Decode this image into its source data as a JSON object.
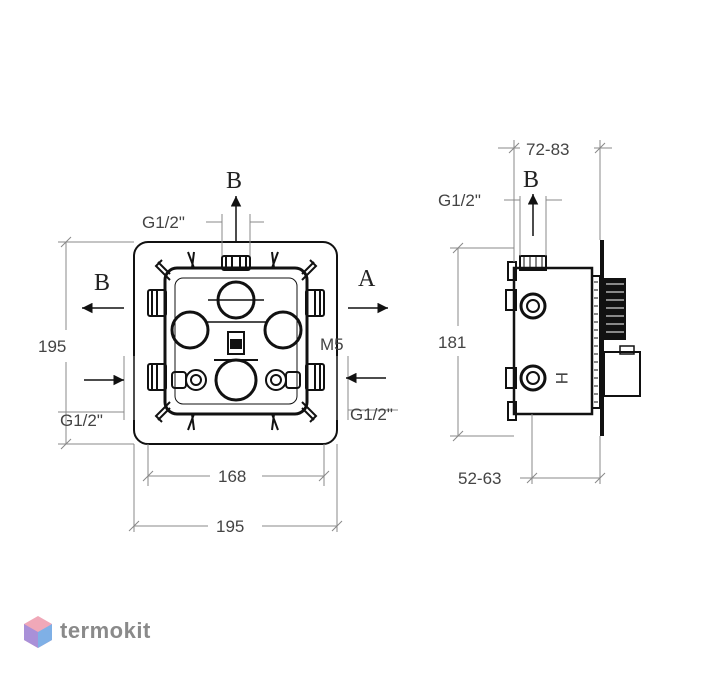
{
  "front_view": {
    "label_b_top": "B",
    "label_b_left": "B",
    "label_a_right": "A",
    "thread_top": "G1/2\"",
    "thread_left": "G1/2\"",
    "thread_right": "G1/2\"",
    "screw": "M5",
    "height": "195",
    "inner_width": "168",
    "outer_width": "195"
  },
  "side_view": {
    "depth_top": "72-83",
    "label_b": "B",
    "thread_top": "G1/2\"",
    "height": "181",
    "depth_bottom": "52-63",
    "marking": "H"
  },
  "watermark": {
    "brand": "termokit",
    "colors": {
      "logo_light": "#f0a8b8",
      "logo_blue": "#7fb0e6",
      "logo_purple": "#a990d8",
      "text": "#8a8a8a"
    }
  }
}
